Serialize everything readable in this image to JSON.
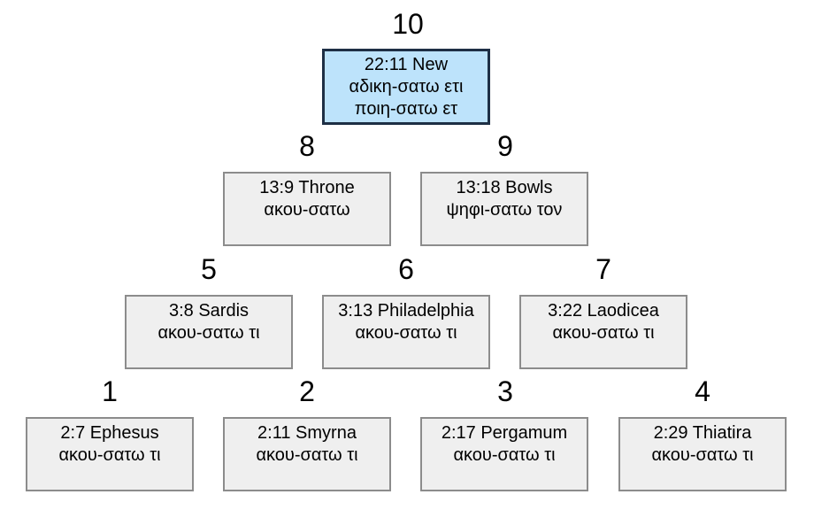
{
  "nodes": {
    "n10": {
      "number": "10",
      "ref": "22:11 New",
      "line2": "αδικη-σατω ετι",
      "line3": "ποιη-σατω ετ"
    },
    "n8": {
      "number": "8",
      "ref": "13:9 Throne",
      "line2": "ακου-σατω"
    },
    "n9": {
      "number": "9",
      "ref": "13:18 Bowls",
      "line2": "ψηφι-σατω τον"
    },
    "n5": {
      "number": "5",
      "ref": "3:8 Sardis",
      "line2": "ακου-σατω τι"
    },
    "n6": {
      "number": "6",
      "ref": "3:13 Philadelphia",
      "line2": "ακου-σατω τι"
    },
    "n7": {
      "number": "7",
      "ref": "3:22 Laodicea",
      "line2": "ακου-σατω τι"
    },
    "n1": {
      "number": "1",
      "ref": "2:7 Ephesus",
      "line2": "ακου-σατω τι"
    },
    "n2": {
      "number": "2",
      "ref": "2:11 Smyrna",
      "line2": "ακου-σατω τι"
    },
    "n3": {
      "number": "3",
      "ref": "2:17 Pergamum",
      "line2": "ακου-σατω τι"
    },
    "n4": {
      "number": "4",
      "ref": "2:29 Thiatira",
      "line2": "ακου-σατω τι"
    }
  },
  "colors": {
    "top_box_fill": "#bde3fb",
    "top_box_border": "#1e2f45",
    "box_fill": "#efefef",
    "box_border": "#8c8c8c"
  }
}
